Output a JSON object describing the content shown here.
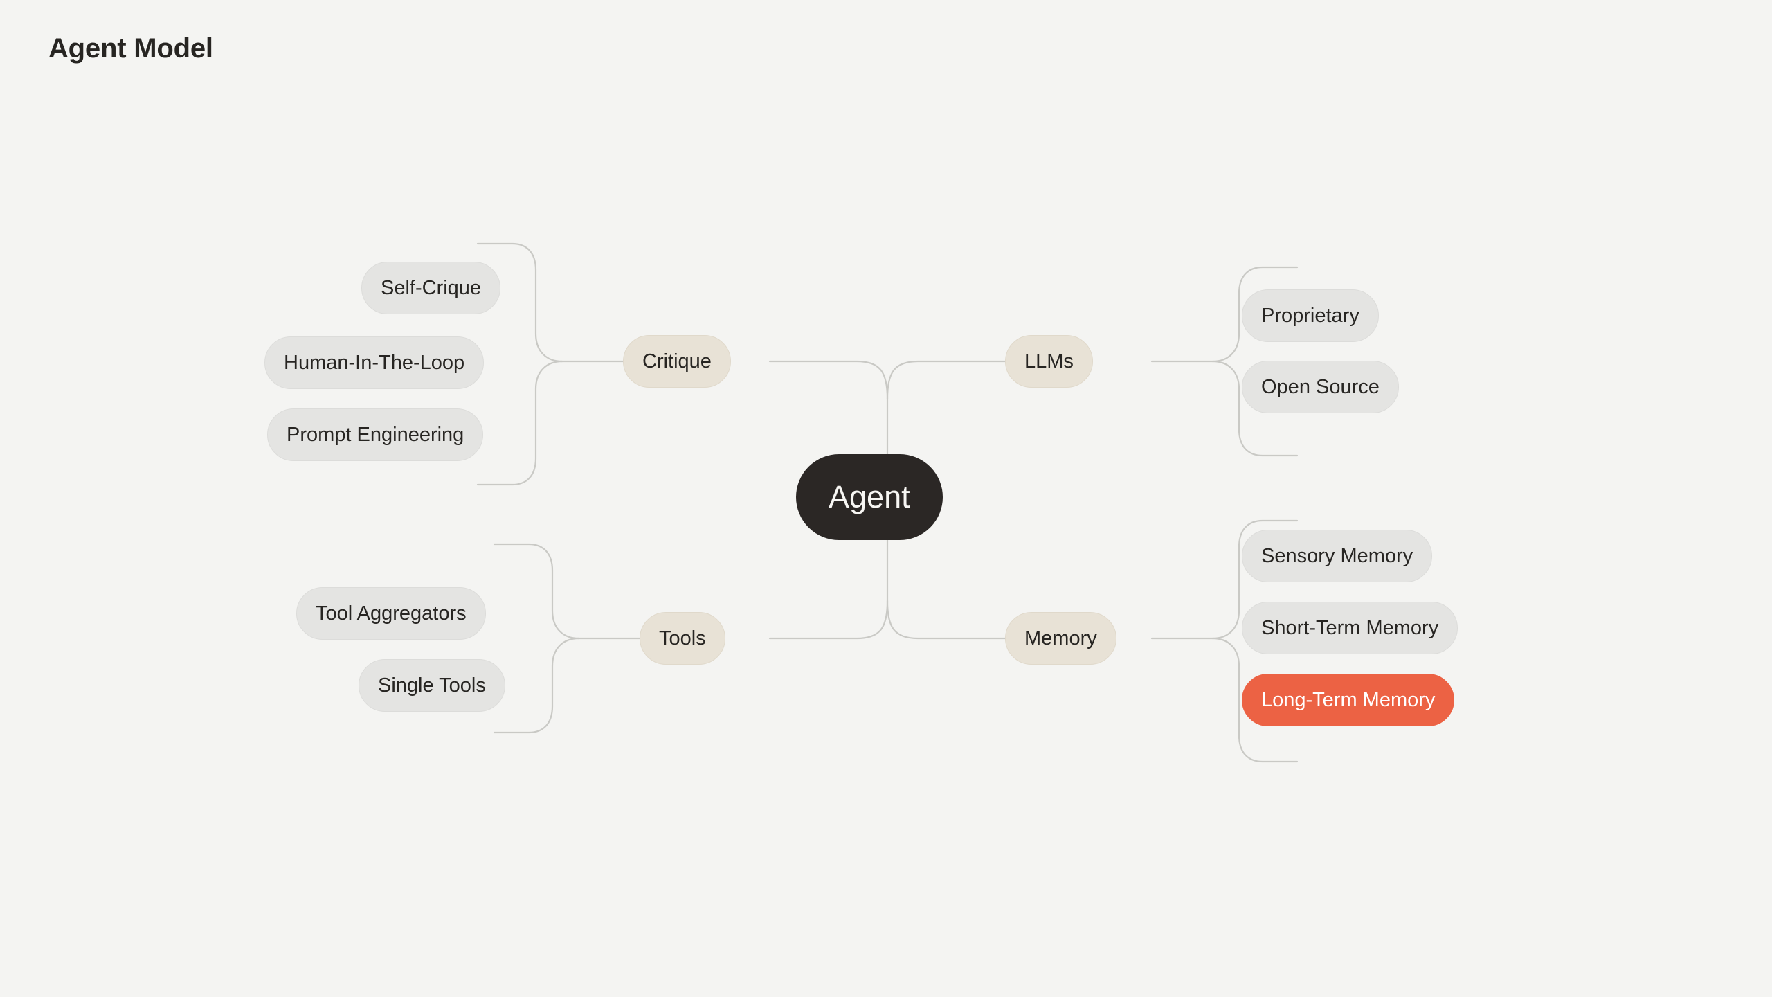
{
  "page": {
    "title": "Agent Model",
    "background_color": "#f4f4f2"
  },
  "theme": {
    "text_color": "#272522",
    "leaf_fill": "#e4e4e2",
    "leaf_border": "#dcdcda",
    "branch_fill": "#e8e2d6",
    "branch_border": "#e0d9cb",
    "root_fill": "#2b2725",
    "root_text": "#f7f6f3",
    "highlight_fill": "#ec6244",
    "highlight_text": "#ffffff",
    "edge_color": "#c9c9c5"
  },
  "mindmap": {
    "root": {
      "label": "Agent",
      "style": "root"
    },
    "branches": [
      {
        "label": "Critique",
        "side": "left",
        "style": "branch",
        "children": [
          {
            "label": "Self-Crique",
            "style": "leaf"
          },
          {
            "label": "Human-In-The-Loop",
            "style": "leaf"
          },
          {
            "label": "Prompt Engineering",
            "style": "leaf"
          }
        ]
      },
      {
        "label": "LLMs",
        "side": "right",
        "style": "branch",
        "children": [
          {
            "label": "Proprietary",
            "style": "leaf"
          },
          {
            "label": "Open Source",
            "style": "leaf"
          }
        ]
      },
      {
        "label": "Tools",
        "side": "left",
        "style": "branch",
        "children": [
          {
            "label": "Tool Aggregators",
            "style": "leaf"
          },
          {
            "label": "Single Tools",
            "style": "leaf"
          }
        ]
      },
      {
        "label": "Memory",
        "side": "right",
        "style": "branch",
        "children": [
          {
            "label": "Sensory Memory",
            "style": "leaf"
          },
          {
            "label": "Short-Term Memory",
            "style": "leaf"
          },
          {
            "label": "Long-Term Memory",
            "style": "highlight"
          }
        ]
      }
    ]
  }
}
